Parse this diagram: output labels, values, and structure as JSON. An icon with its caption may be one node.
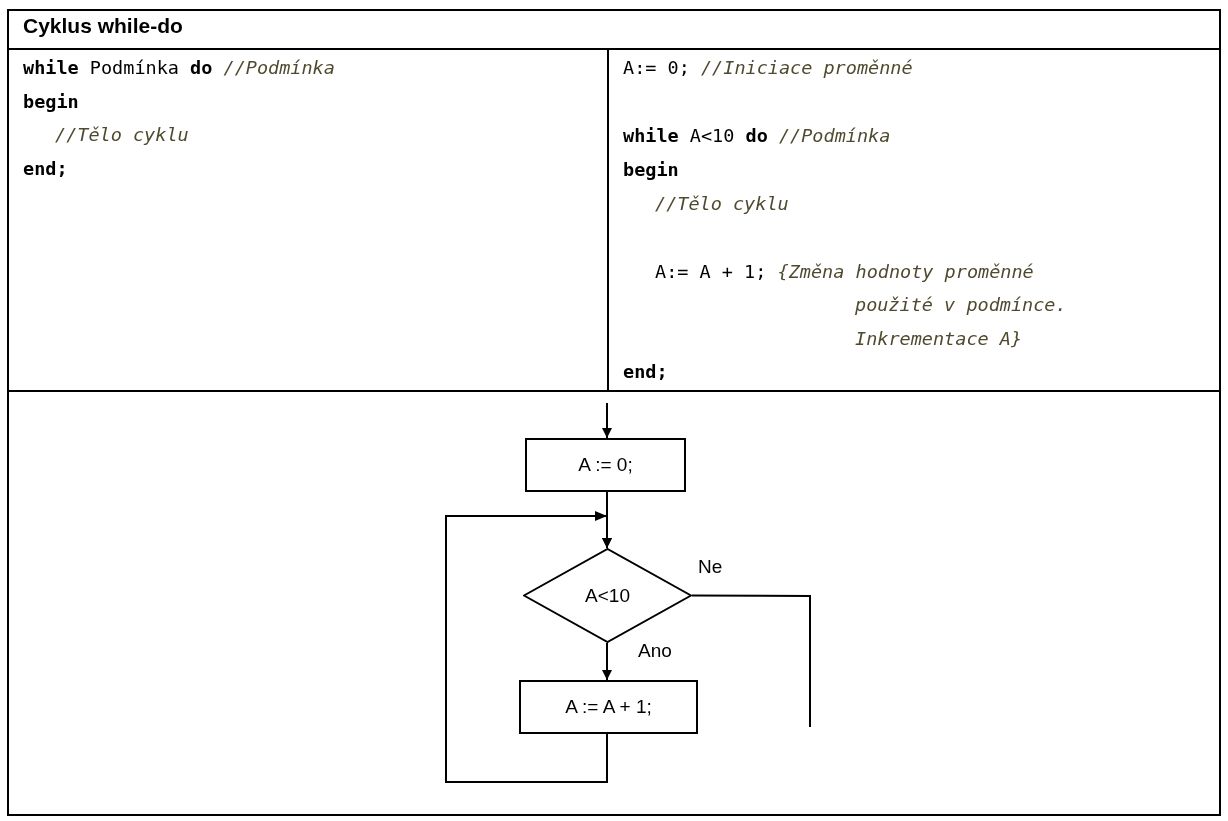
{
  "diagram": {
    "title": "Cyklus while-do",
    "nodes": [
      {
        "text": [
          "A := 0;"
        ]
      },
      {
        "text": [
          "A<10"
        ]
      },
      {
        "text": [
          "A := A + 1;"
        ]
      }
    ],
    "edges": [
      {
        "from": null,
        "to": 0,
        "arrow": "to"
      },
      {
        "from": 0,
        "to": 1,
        "arrow": "to"
      },
      {
        "from": 1,
        "to": 2,
        "arrow": "to",
        "label": "Ano"
      },
      {
        "from": 2,
        "to": 1,
        "arrow": "to"
      },
      {
        "from": 1,
        "to": null,
        "arrow": "none",
        "label": "Ne"
      }
    ],
    "labels": [
      "**while** Podmínka **do** *//Podmínka*",
      "**begin**",
      "*//Tělo cyklu*",
      "**end;**",
      "A:= 0; *//Iniciace proměnné*",
      "**while** A<10 **do** *//Podmínka*",
      "**begin**",
      "*//Tělo cyklu*",
      "A:= A + 1; *{Změna hodnoty proměnné*",
      "*použité v podmínce.*",
      "*Inkrementace A}*",
      "**end;**"
    ]
  }
}
